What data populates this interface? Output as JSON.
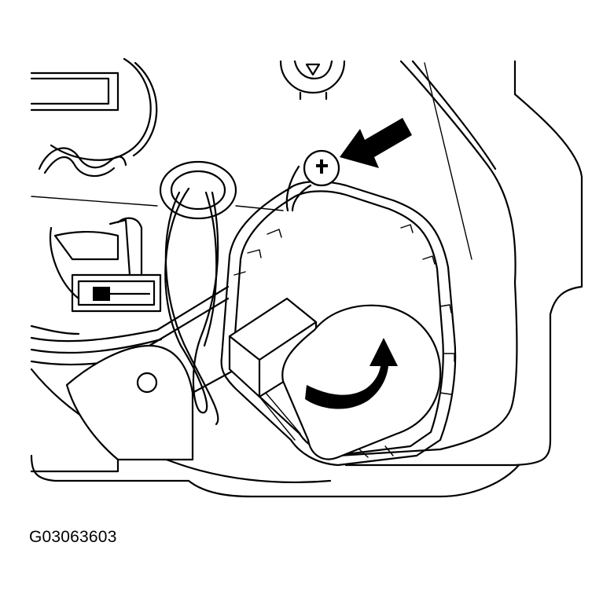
{
  "figure_id": "G03063603",
  "callouts": {
    "screw_arrow": "pointer-arrow",
    "rotation_arrow": "curved-rotation-arrow"
  },
  "colors": {
    "line": "#000000",
    "background": "#ffffff"
  }
}
